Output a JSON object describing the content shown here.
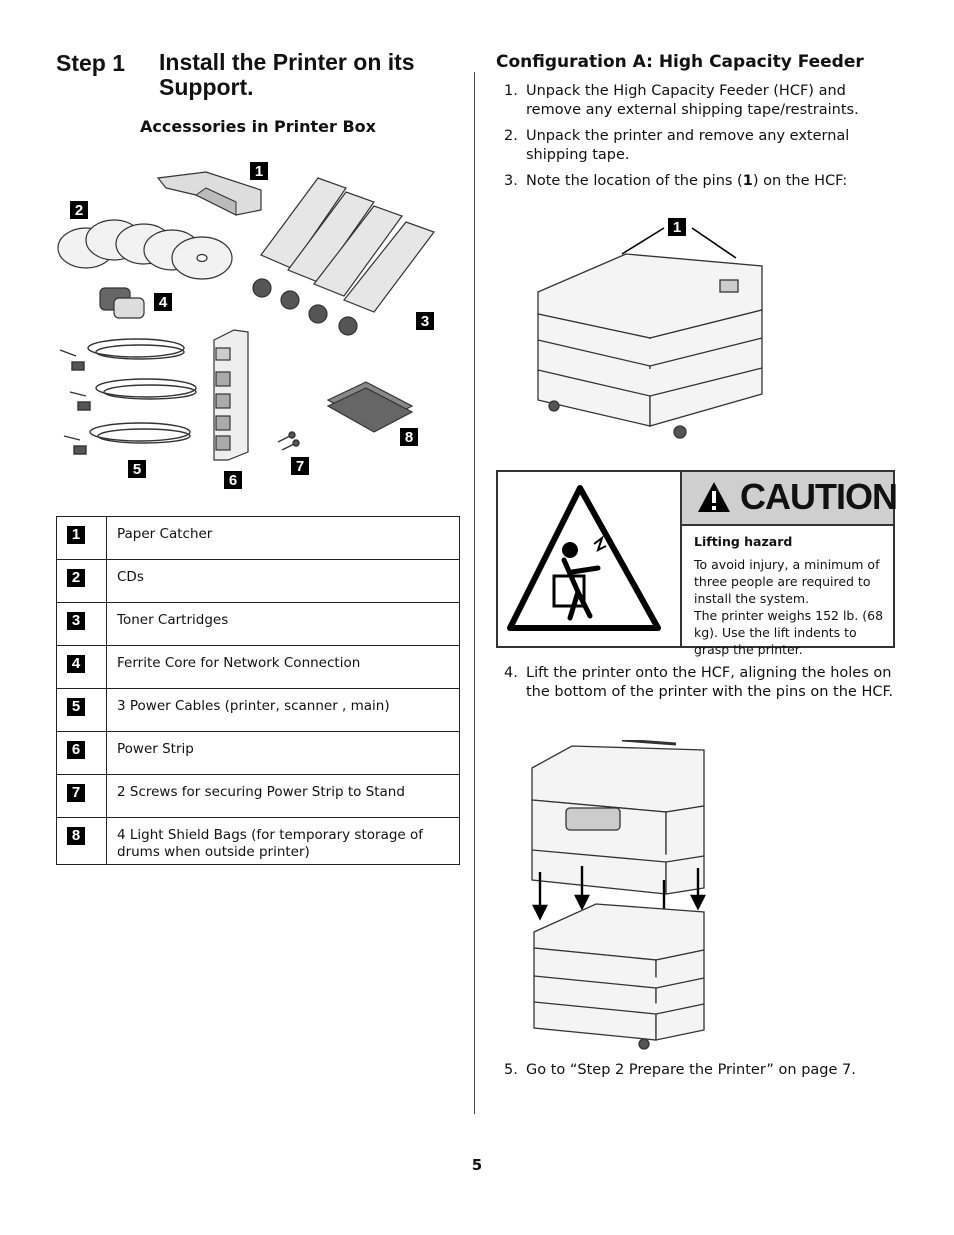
{
  "step": {
    "number": "Step 1",
    "title": "Install the Printer on its Support."
  },
  "accessories": {
    "heading": "Accessories in Printer Box",
    "items": [
      {
        "num": "1",
        "label": "Paper Catcher"
      },
      {
        "num": "2",
        "label": "CDs"
      },
      {
        "num": "3",
        "label": "Toner Cartridges"
      },
      {
        "num": "4",
        "label": "Ferrite Core for Network Connection"
      },
      {
        "num": "5",
        "label": "3 Power Cables (printer, scanner , main)"
      },
      {
        "num": "6",
        "label": "Power Strip"
      },
      {
        "num": "7",
        "label": "2 Screws for securing Power Strip to Stand"
      },
      {
        "num": "8",
        "label": "4 Light Shield Bags (for temporary storage of drums when outside printer)"
      }
    ]
  },
  "config": {
    "heading": "Configuration A: High Capacity Feeder",
    "steps": [
      {
        "n": "1.",
        "text": "Unpack the High Capacity Feeder (HCF) and remove any external shipping tape/restraints."
      },
      {
        "n": "2.",
        "text": "Unpack the printer and remove any external shipping tape."
      },
      {
        "n": "3.",
        "pre": "Note the location of the pins (",
        "bold": "1",
        "post": ") on the HCF:"
      },
      {
        "n": "4.",
        "text": "Lift the printer onto the HCF, aligning the holes on the bottom of the printer with the pins on the HCF."
      },
      {
        "n": "5.",
        "text": "Go to “Step 2 Prepare the Printer” on page 7."
      }
    ],
    "hcf_callout": "1"
  },
  "caution": {
    "word": "CAUTION",
    "hazard": "Lifting hazard",
    "line1": "To avoid injury, a minimum of three people are required to install the system.",
    "line2": "The printer weighs 152 lb. (68 kg). Use the lift indents to grasp the printer."
  },
  "page_number": "5"
}
